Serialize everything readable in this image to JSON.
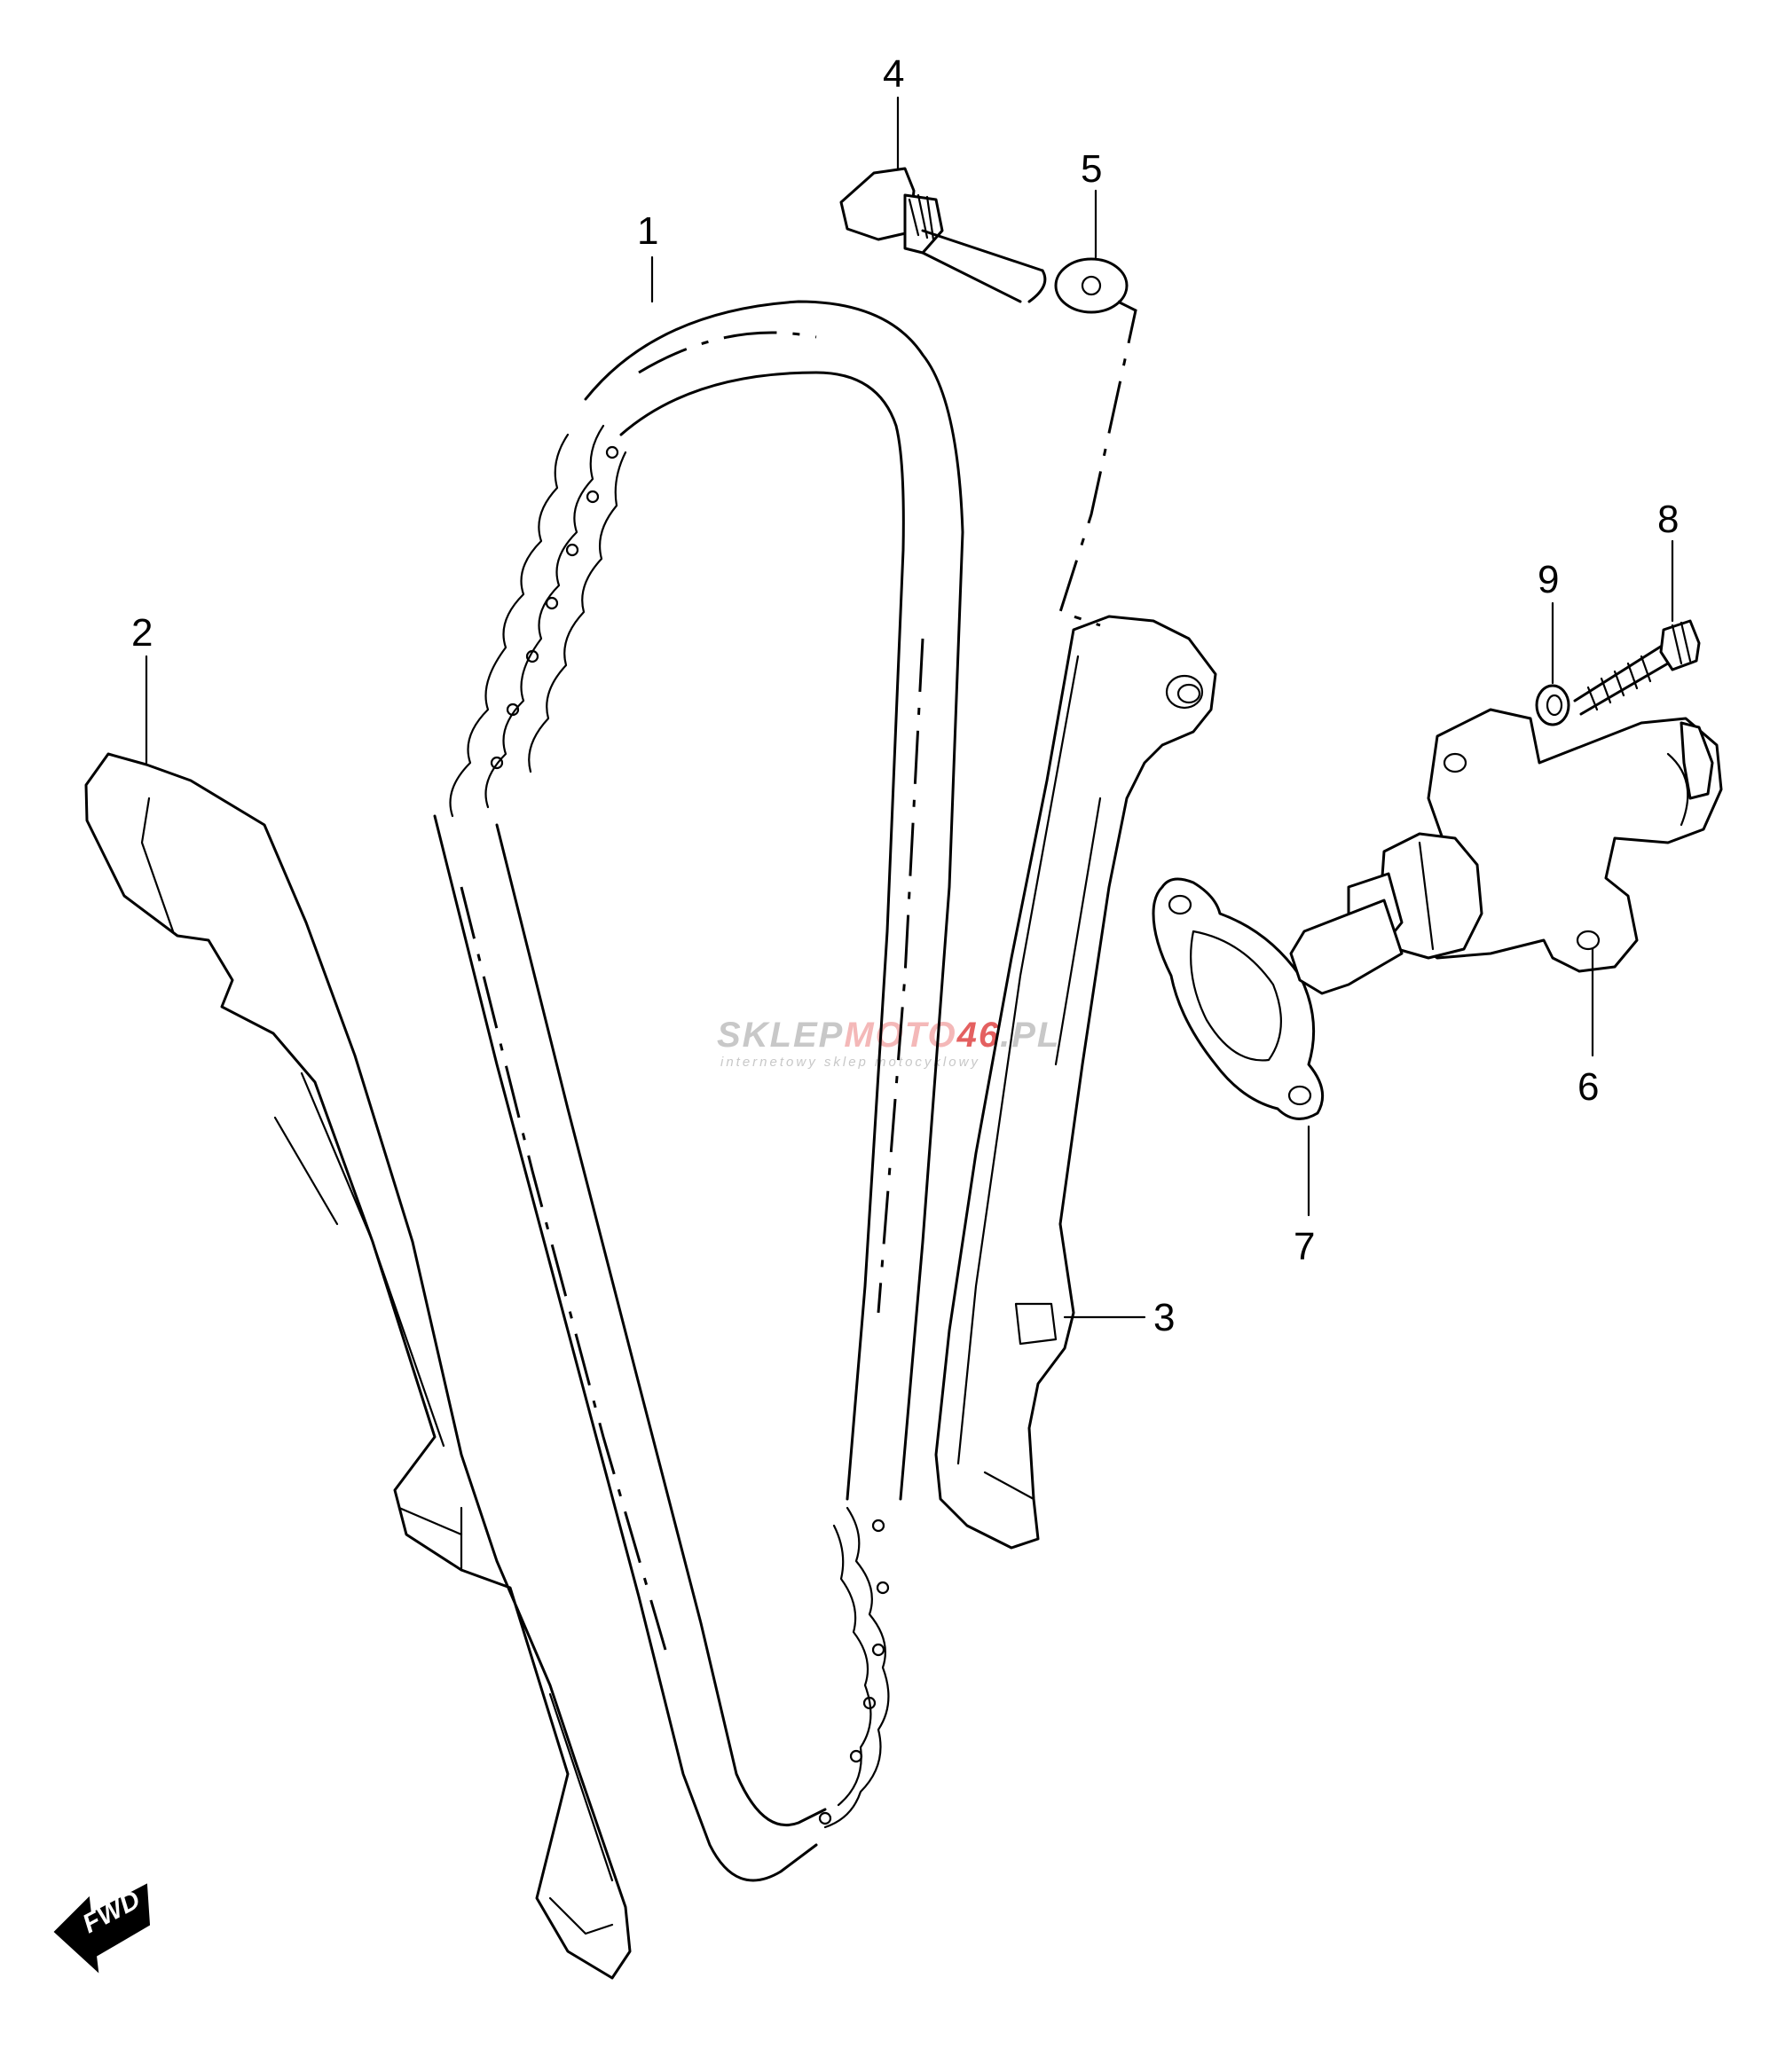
{
  "callouts": [
    {
      "id": "1",
      "label": "1"
    },
    {
      "id": "2",
      "label": "2"
    },
    {
      "id": "3",
      "label": "3"
    },
    {
      "id": "4",
      "label": "4"
    },
    {
      "id": "5",
      "label": "5"
    },
    {
      "id": "6",
      "label": "6"
    },
    {
      "id": "7",
      "label": "7"
    },
    {
      "id": "8",
      "label": "8"
    },
    {
      "id": "9",
      "label": "9"
    }
  ],
  "watermark": {
    "text_a": "SKLEP",
    "text_b": "MOTO",
    "text_c": "46",
    "text_d": ".PL",
    "subtitle": "internetowy sklep motocyklowy",
    "color_a": "#c8c8c8",
    "color_b": "#f4b8b8",
    "color_c": "#e46060"
  },
  "direction_arrow": {
    "label": "FWD"
  },
  "colors": {
    "line": "#000000",
    "background": "#ffffff"
  }
}
